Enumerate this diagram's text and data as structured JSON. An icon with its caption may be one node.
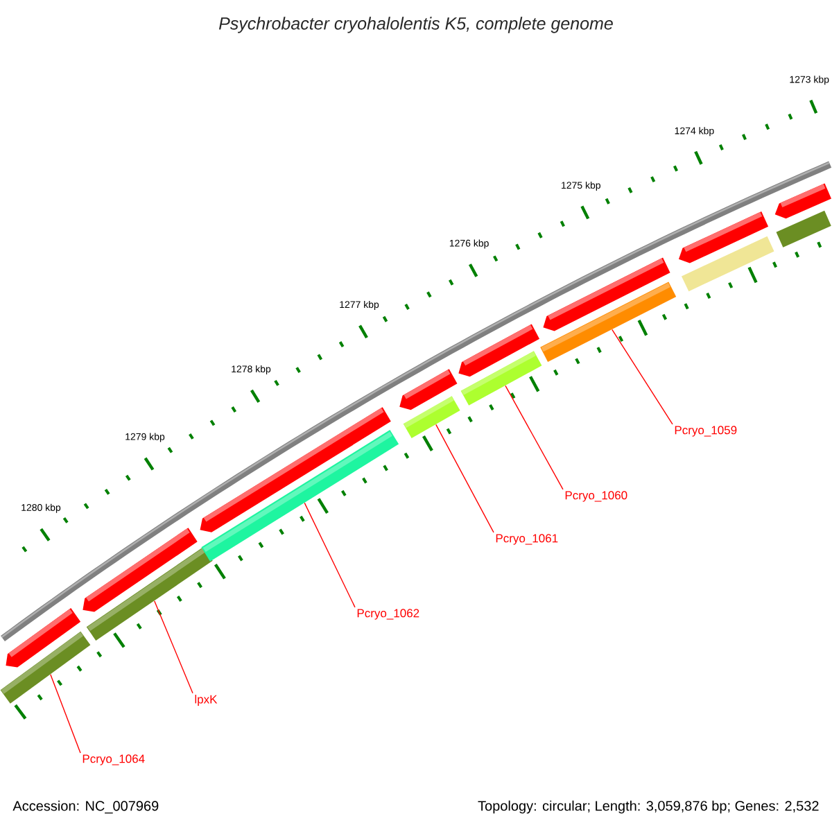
{
  "diagram": {
    "title": "Psychrobacter cryohalolentis K5, complete genome",
    "nodes": [
      {
        "text": [
          "Pcryo_1059"
        ]
      },
      {
        "text": [
          "Pcryo_1060"
        ]
      },
      {
        "text": [
          "Pcryo_1061"
        ]
      },
      {
        "text": [
          "Pcryo_1062"
        ]
      },
      {
        "text": [
          "lpxK"
        ]
      },
      {
        "text": [
          "Pcryo_1064"
        ]
      },
      {
        "text": [],
        "shape": "bar"
      },
      {
        "text": [],
        "shape": "bar"
      },
      {
        "text": [],
        "shape": "bar"
      },
      {
        "text": [],
        "shape": "bar"
      },
      {
        "text": [],
        "shape": "bar"
      },
      {
        "text": [],
        "shape": "bar"
      }
    ],
    "edges": [
      {
        "from": 0,
        "to": 11,
        "arrow": "none"
      },
      {
        "from": 1,
        "to": 10,
        "arrow": "none"
      },
      {
        "from": 2,
        "to": 9,
        "arrow": "none"
      },
      {
        "from": 3,
        "to": 8,
        "arrow": "none"
      },
      {
        "from": 4,
        "to": 7,
        "arrow": "none"
      },
      {
        "from": 5,
        "to": 6,
        "arrow": "none"
      }
    ],
    "labels": [
      "1273 kbp",
      "1274 kbp",
      "1275 kbp",
      "1276 kbp",
      "1277 kbp",
      "1278 kbp",
      "1279 kbp",
      "1280 kbp",
      "Accession: NC_007969",
      "Topology: circular; Length: 3,059,876 bp; Genes: 2,532"
    ]
  }
}
